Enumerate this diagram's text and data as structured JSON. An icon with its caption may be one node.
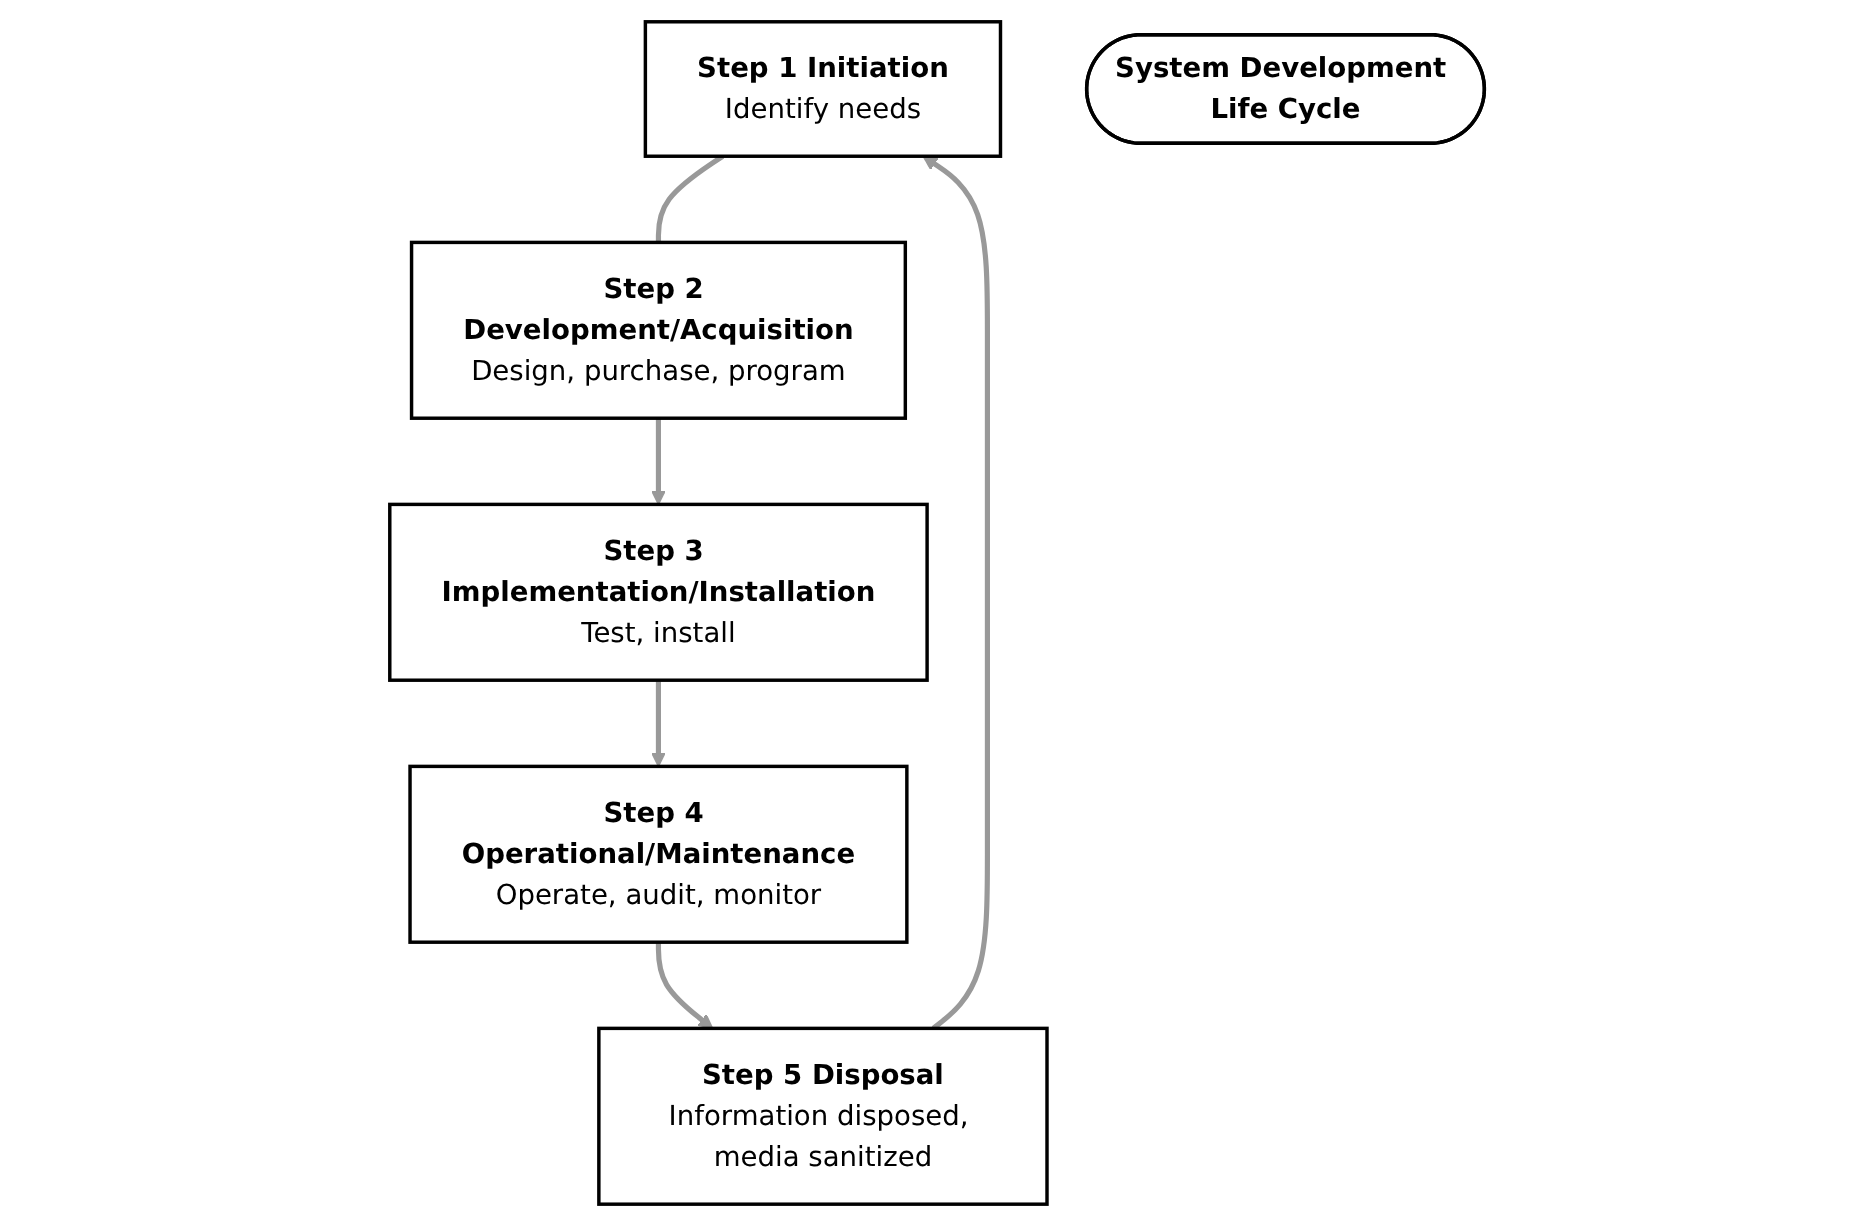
{
  "diagram": {
    "nodes": [
      {
        "text": [
          "Step 1 Initiation",
          "Identify needs"
        ]
      },
      {
        "text": [
          "Step 2 Development/Acquisition",
          "Design, purchase, program"
        ]
      },
      {
        "text": [
          "Step 3 Implementation/Installation",
          "Test, install"
        ]
      },
      {
        "text": [
          "Step 4 Operational/Maintenance",
          "Operate, audit, monitor"
        ]
      },
      {
        "text": [
          "Step 5 Disposal",
          "Information disposed, media sanitized"
        ]
      },
      {
        "text": [
          "System Development Life Cycle"
        ]
      }
    ],
    "edges": [
      {
        "from": 0,
        "to": 1,
        "arrow": "none"
      },
      {
        "from": 1,
        "to": 2,
        "arrow": "to"
      },
      {
        "from": 2,
        "to": 3,
        "arrow": "to"
      },
      {
        "from": 3,
        "to": 4,
        "arrow": "to"
      },
      {
        "from": 4,
        "to": 0,
        "arrow": "to"
      }
    ]
  }
}
